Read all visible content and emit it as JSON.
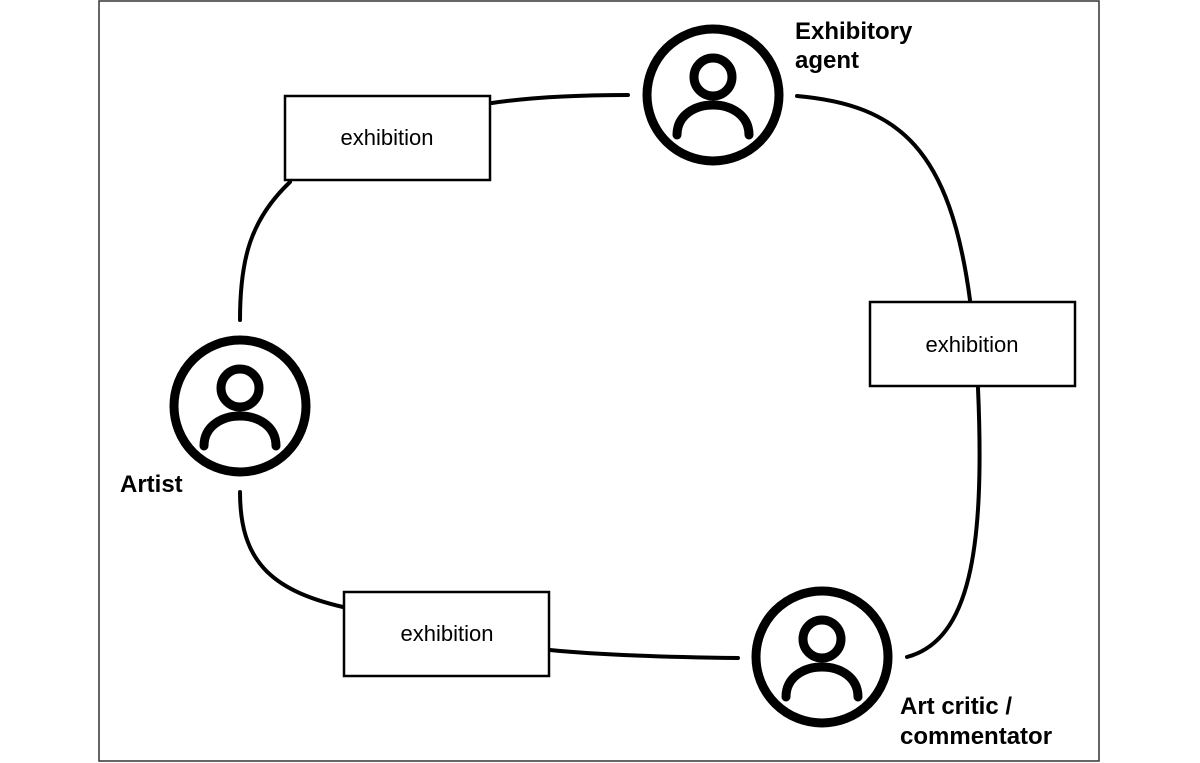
{
  "actors": [
    {
      "id": "exhibitory-agent",
      "label_lines": [
        "Exhibitory",
        "agent"
      ],
      "icon": "person-icon"
    },
    {
      "id": "artist",
      "label_lines": [
        "Artist"
      ],
      "icon": "person-icon"
    },
    {
      "id": "art-critic",
      "label_lines": [
        "Art critic /",
        "commentator"
      ],
      "icon": "person-icon"
    }
  ],
  "exhibitions": [
    {
      "id": "top-left",
      "label": "exhibition"
    },
    {
      "id": "right",
      "label": "exhibition"
    },
    {
      "id": "bottom",
      "label": "exhibition"
    }
  ],
  "colors": {
    "stroke": "#000000",
    "background": "#ffffff",
    "frame": "#333333"
  }
}
